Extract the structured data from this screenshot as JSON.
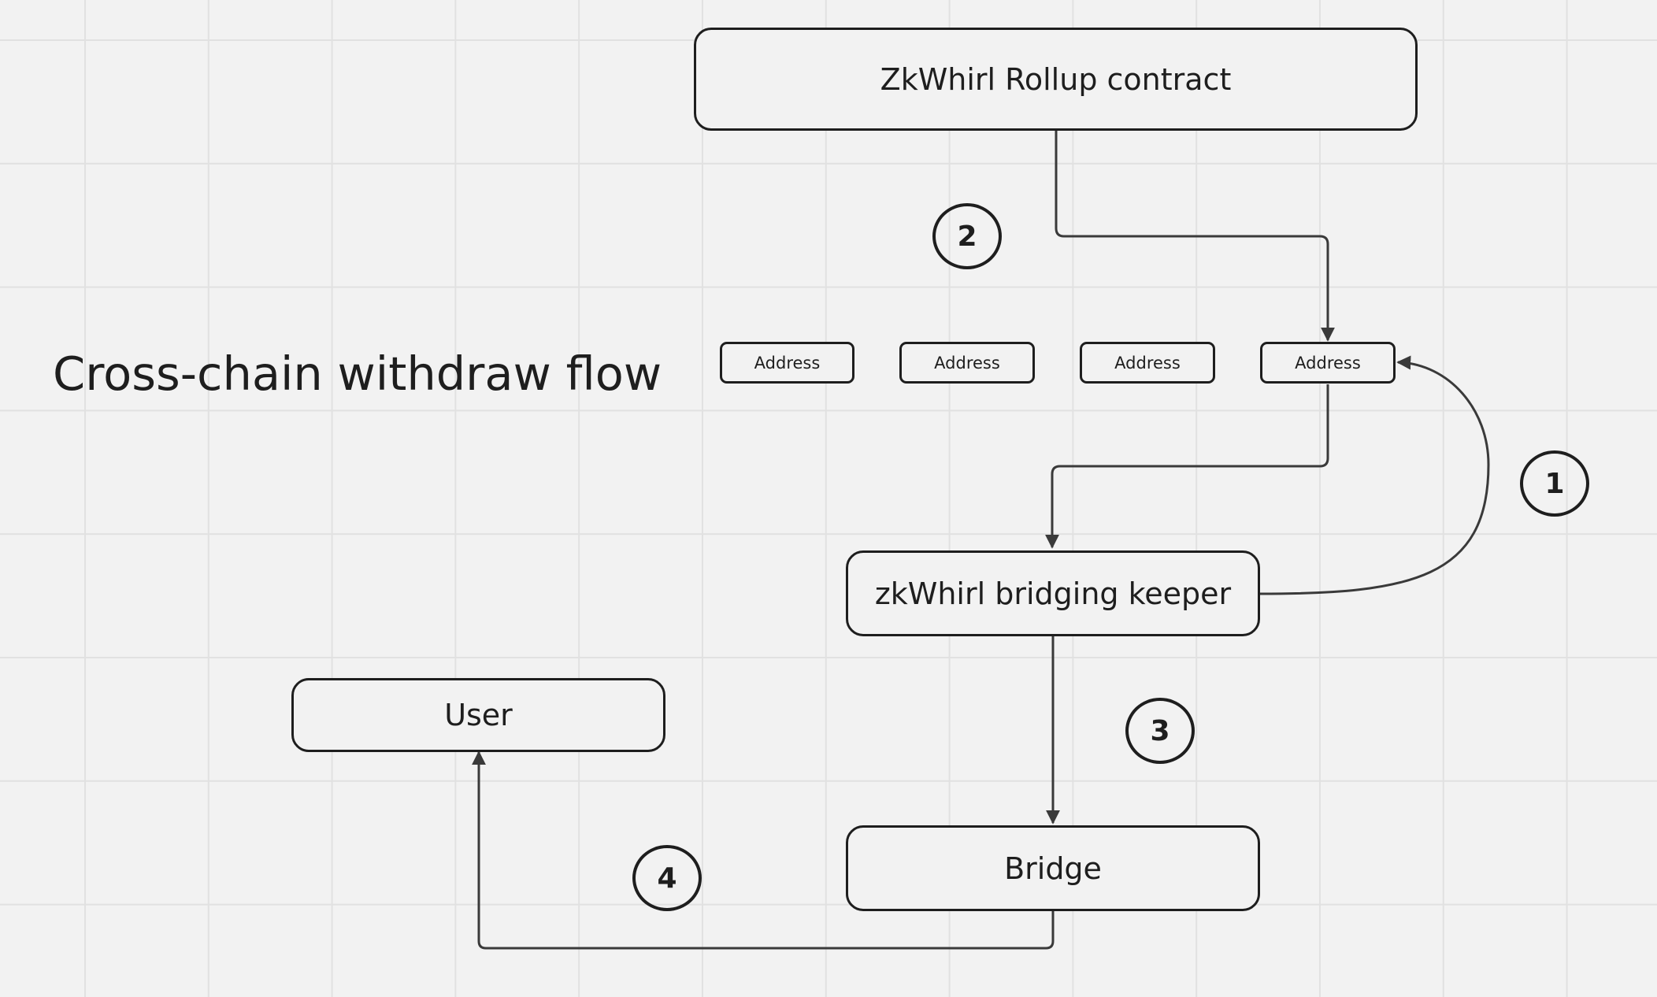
{
  "diagram": {
    "title": "Cross-chain withdraw flow",
    "nodes": {
      "rollup_contract": "ZkWhirl Rollup contract",
      "address_1": "Address",
      "address_2": "Address",
      "address_3": "Address",
      "address_4": "Address",
      "bridging_keeper": "zkWhirl bridging keeper",
      "user": "User",
      "bridge": "Bridge"
    },
    "steps": [
      "1",
      "2",
      "3",
      "4"
    ],
    "colors": {
      "background": "#f2f2f2",
      "grid": "#e1e1e1",
      "stroke": "#1e1e1e",
      "connector": "#3a3a3a"
    }
  }
}
